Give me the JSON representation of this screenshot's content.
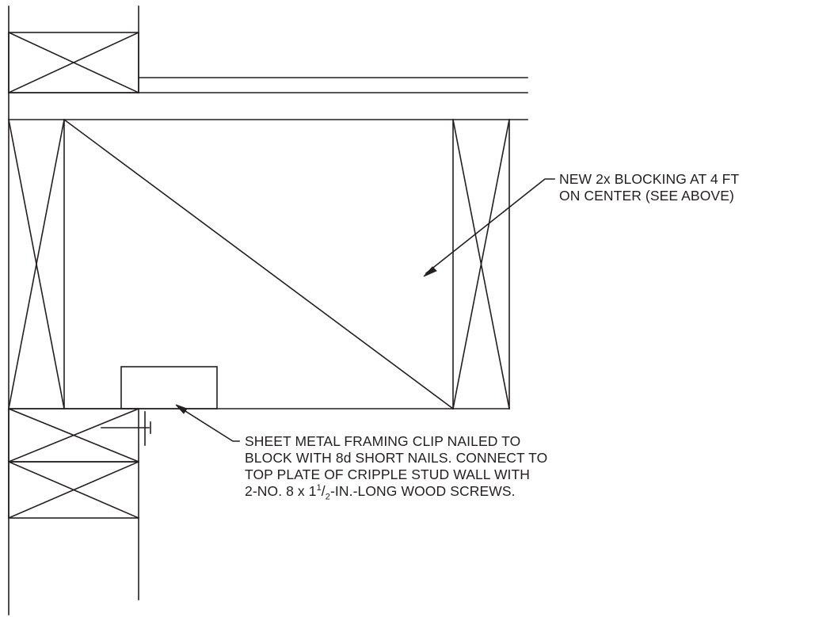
{
  "callouts": {
    "blocking": {
      "lines": [
        "NEW 2x BLOCKING AT 4 FT",
        "ON CENTER (SEE ABOVE)"
      ]
    },
    "clip": {
      "line1": "SHEET METAL FRAMING CLIP NAILED TO",
      "line2": "BLOCK WITH 8d SHORT NAILS. CONNECT TO",
      "line3": "TOP PLATE OF CRIPPLE STUD WALL WITH",
      "line4_prefix": "2-NO. 8 x 1",
      "line4_sup": "1",
      "line4_slash": "/",
      "line4_sub": "2",
      "line4_suffix": "-IN.-LONG WOOD SCREWS."
    }
  },
  "colors": {
    "line": "#231f20",
    "background": "#ffffff"
  }
}
